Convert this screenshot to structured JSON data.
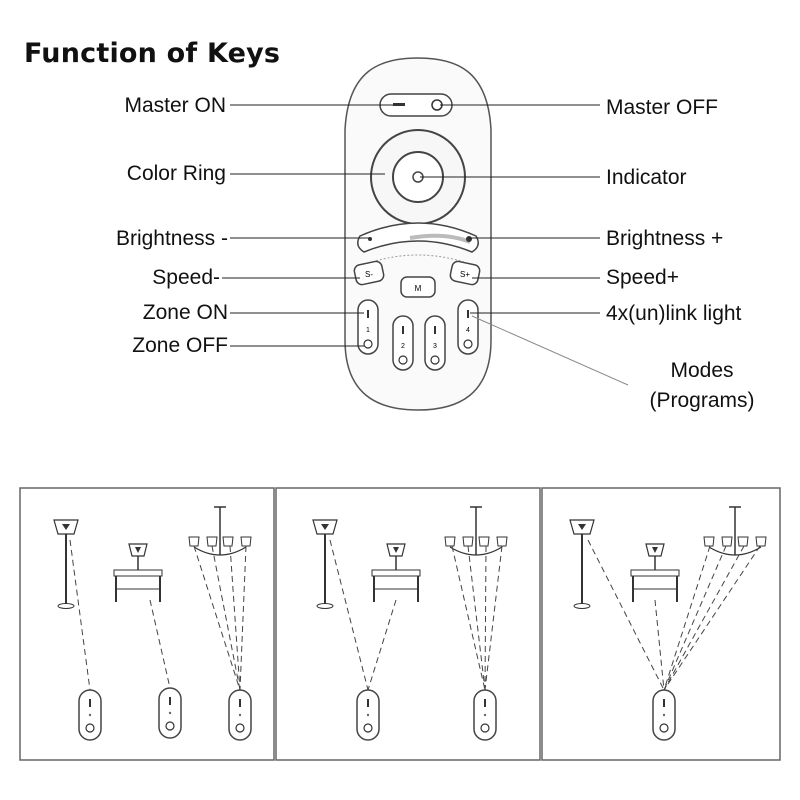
{
  "title": "Function of Keys",
  "labels": {
    "master_on": "Master ON",
    "master_off": "Master OFF",
    "color_ring": "Color Ring",
    "indicator": "Indicator",
    "brightness_minus": "Brightness -",
    "brightness_plus": "Brightness +",
    "speed_minus": "Speed-",
    "speed_plus": "Speed+",
    "zone_on": "Zone ON",
    "zone_off": "Zone OFF",
    "link_light": "4x(un)link light",
    "modes_line1": "Modes",
    "modes_line2": "(Programs)"
  },
  "remote_buttons": {
    "mode": "M",
    "speed_minus": "S-",
    "speed_plus": "S+",
    "zones": [
      "1",
      "2",
      "3",
      "4"
    ]
  },
  "colors": {
    "line": "#222222",
    "remote_outline": "#555555",
    "panel_border": "#666666"
  }
}
